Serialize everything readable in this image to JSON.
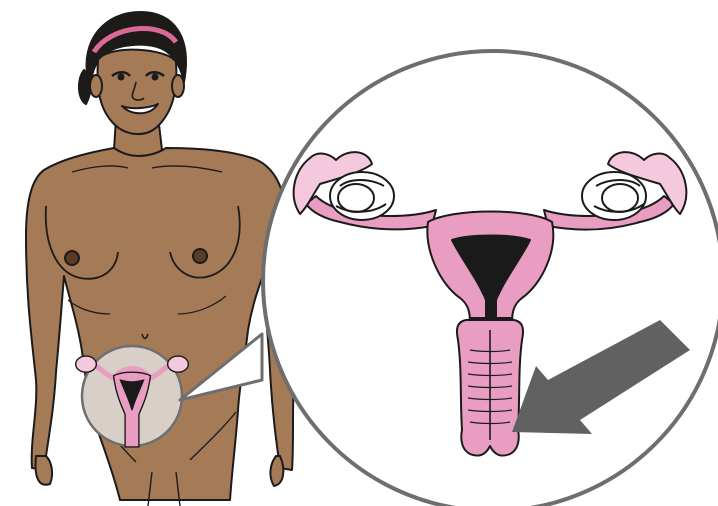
{
  "illustration": {
    "subject": "woman-figure",
    "callout": "uterus-magnified",
    "pointer": "arrow-pointing-to-vagina",
    "colors": {
      "skin": "#A57A57",
      "skin_shadow": "#8C6443",
      "hair": "#1E1A18",
      "headband": "#D86A95",
      "organ_pink": "#E99DC2",
      "organ_light": "#F4C9DE",
      "organ_dark": "#1A1A1A",
      "arrow": "#616161",
      "outline": "#1B1B1B",
      "callout_border": "#6E6E6E"
    }
  }
}
